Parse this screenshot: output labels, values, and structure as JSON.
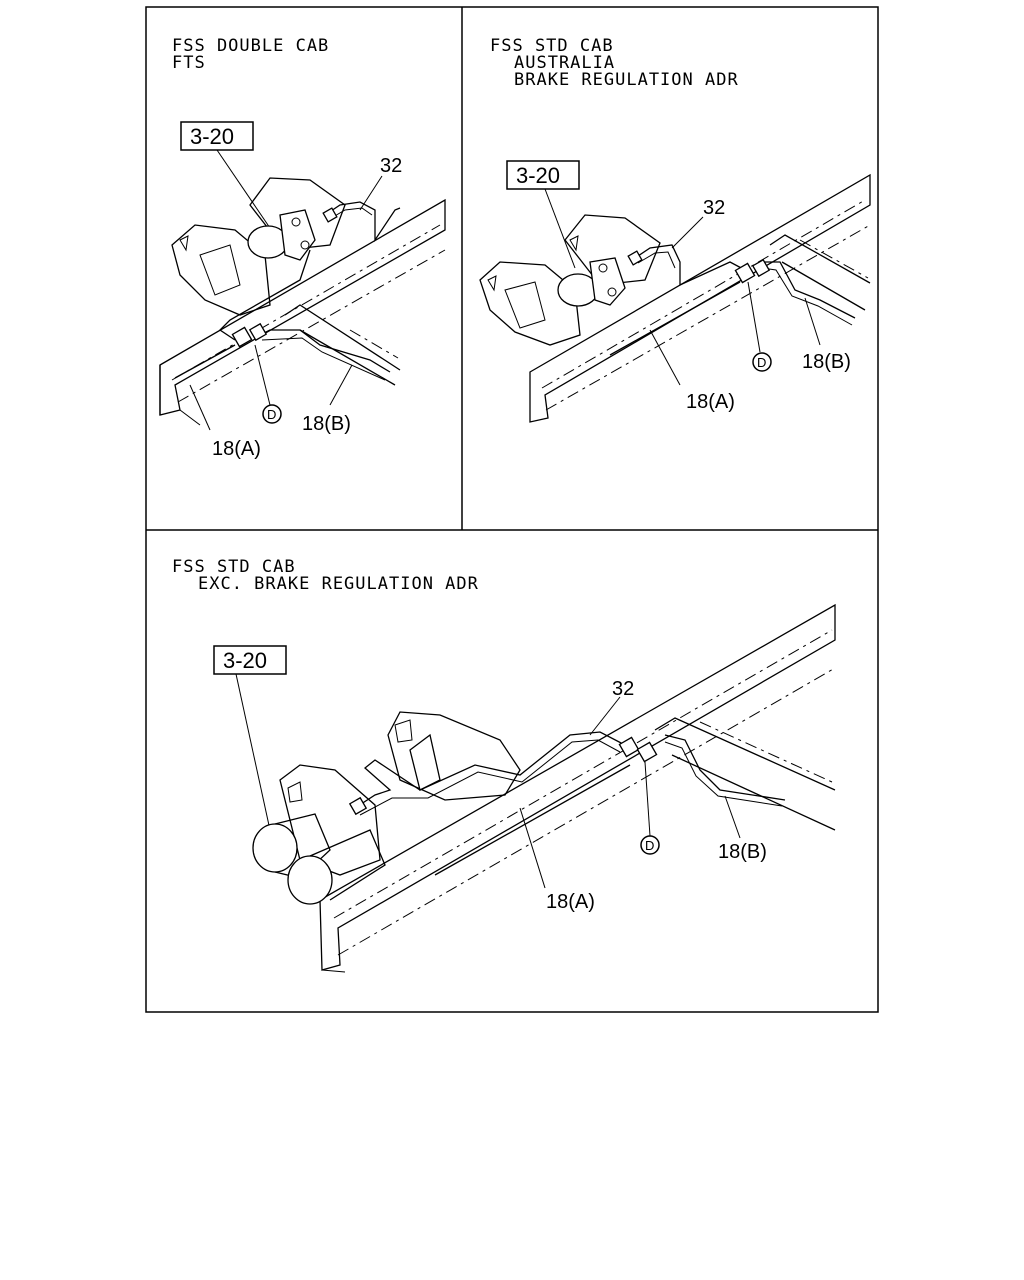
{
  "panels": {
    "top_left": {
      "heading": [
        "FSS DOUBLE CAB",
        "FTS"
      ],
      "ref_box": "3-20",
      "callouts": {
        "part_32": "32",
        "part_18a": "18(A)",
        "part_18b": "18(B)",
        "marker_d": "D"
      }
    },
    "top_right": {
      "heading": [
        "FSS STD CAB",
        "AUSTRALIA",
        "BRAKE REGULATION ADR"
      ],
      "ref_box": "3-20",
      "callouts": {
        "part_32": "32",
        "part_18a": "18(A)",
        "part_18b": "18(B)",
        "marker_d": "D"
      }
    },
    "bottom": {
      "heading": [
        "FSS STD CAB",
        "EXC. BRAKE REGULATION ADR"
      ],
      "ref_box": "3-20",
      "callouts": {
        "part_32": "32",
        "part_18a": "18(A)",
        "part_18b": "18(B)",
        "marker_d": "D"
      }
    }
  }
}
